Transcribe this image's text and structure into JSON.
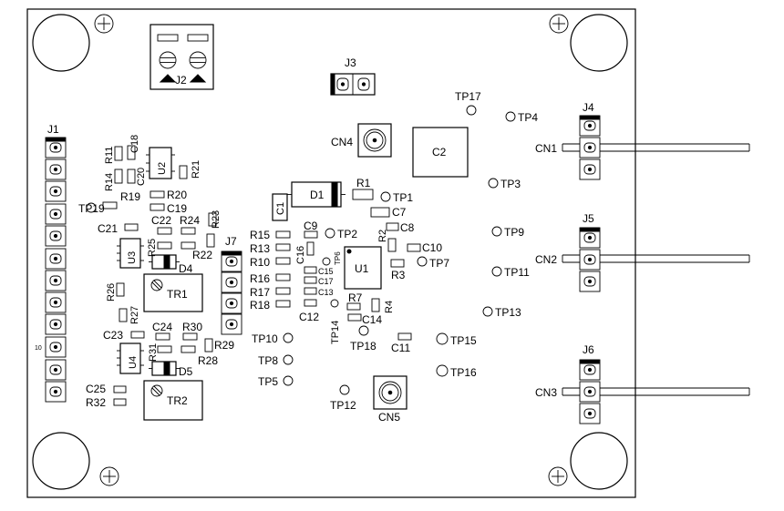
{
  "board": {
    "connectors": {
      "j1": "J1",
      "j2": "J2",
      "j3": "J3",
      "j4": "J4",
      "j5": "J5",
      "j6": "J6",
      "j7": "J7",
      "cn1": "CN1",
      "cn2": "CN2",
      "cn3": "CN3",
      "cn4": "CN4",
      "cn5": "CN5",
      "j1_pin10": "10"
    },
    "ics": {
      "u1": "U1",
      "u2": "U2",
      "u3": "U3",
      "u4": "U4",
      "d1": "D1",
      "d4": "D4",
      "d5": "D5",
      "tr1": "TR1",
      "tr2": "TR2"
    },
    "caps": {
      "c1": "C1",
      "c2": "C2",
      "c7": "C7",
      "c8": "C8",
      "c9": "C9",
      "c10": "C10",
      "c11": "C11",
      "c12": "C12",
      "c13": "C13",
      "c14": "C14",
      "c15": "C15",
      "c16": "C16",
      "c17": "C17",
      "c18": "C18",
      "c19": "C19",
      "c20": "C20",
      "c21": "C21",
      "c22": "C22",
      "c23": "C23",
      "c24": "C24",
      "c25": "C25"
    },
    "resistors": {
      "r1": "R1",
      "r2": "R2",
      "r3": "R3",
      "r4": "R4",
      "r7": "R7",
      "r10": "R10",
      "r11": "R11",
      "r13": "R13",
      "r14": "R14",
      "r15": "R15",
      "r16": "R16",
      "r17": "R17",
      "r18": "R18",
      "r19": "R19",
      "r20": "R20",
      "r21": "R21",
      "r22": "R22",
      "r23": "R23",
      "r24": "R24",
      "r25": "R25",
      "r26": "R26",
      "r27": "R27",
      "r28": "R28",
      "r29": "R29",
      "r30": "R30",
      "r31": "R31",
      "r32": "R32"
    },
    "testpoints": {
      "tp1": "TP1",
      "tp2": "TP2",
      "tp3": "TP3",
      "tp4": "TP4",
      "tp5": "TP5",
      "tp6": "TP6",
      "tp7": "TP7",
      "tp8": "TP8",
      "tp9": "TP9",
      "tp10": "TP10",
      "tp11": "TP11",
      "tp12": "TP12",
      "tp13": "TP13",
      "tp14": "TP14",
      "tp15": "TP15",
      "tp16": "TP16",
      "tp17": "TP17",
      "tp18": "TP18",
      "tp19": "TP19"
    }
  }
}
